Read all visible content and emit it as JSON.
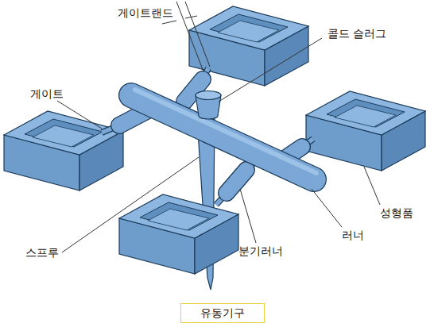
{
  "diagram": {
    "caption": "유동기구",
    "labels": [
      "게이트랜드",
      "콜드 슬러그",
      "게이트",
      "성형품",
      "러너",
      "분기러너",
      "스프루"
    ]
  }
}
